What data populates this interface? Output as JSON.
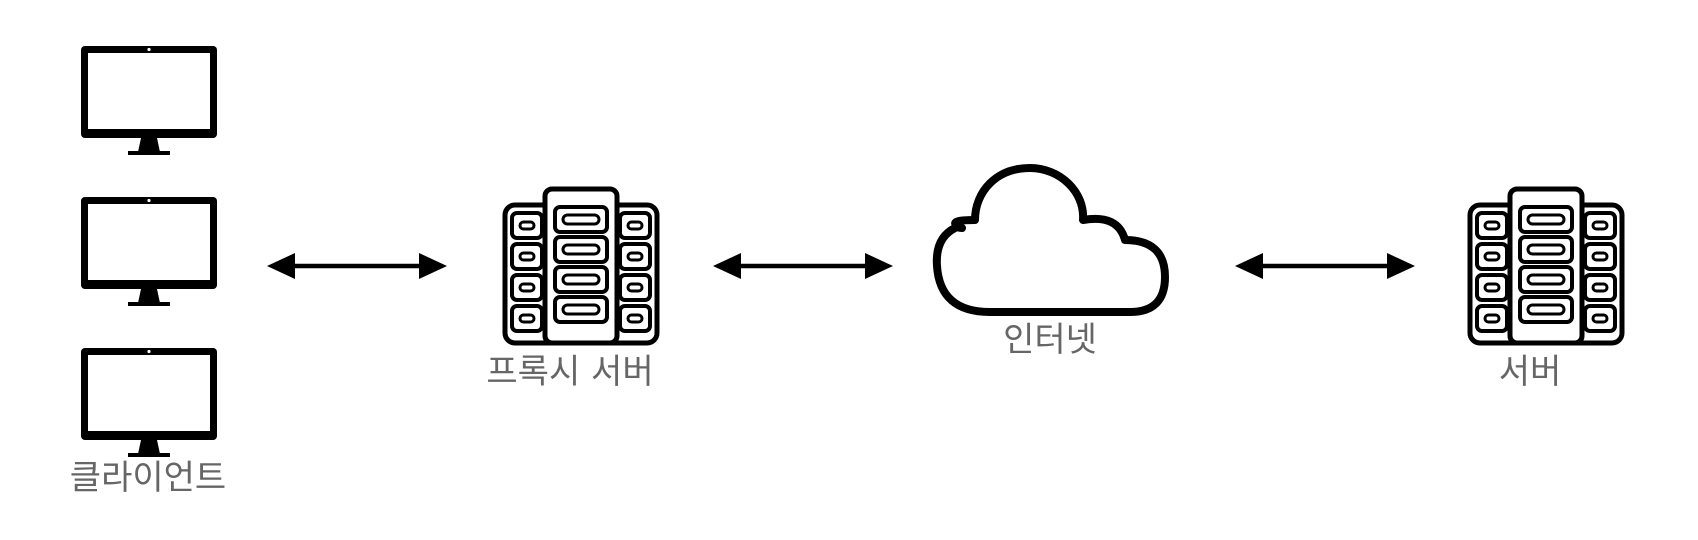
{
  "nodes": {
    "clients": {
      "label": "클라이언트",
      "icon": "monitor-icon",
      "count": 3
    },
    "proxy": {
      "label": "프록시 서버",
      "icon": "server-rack-icon"
    },
    "internet": {
      "label": "인터넷",
      "icon": "cloud-icon"
    },
    "server": {
      "label": "서버",
      "icon": "server-rack-icon"
    }
  },
  "connectors": [
    {
      "from": "clients",
      "to": "proxy",
      "style": "bidirectional"
    },
    {
      "from": "proxy",
      "to": "internet",
      "style": "bidirectional"
    },
    {
      "from": "internet",
      "to": "server",
      "style": "bidirectional"
    }
  ],
  "colors": {
    "stroke": "#000000",
    "label": "#666666",
    "background": "#ffffff"
  }
}
